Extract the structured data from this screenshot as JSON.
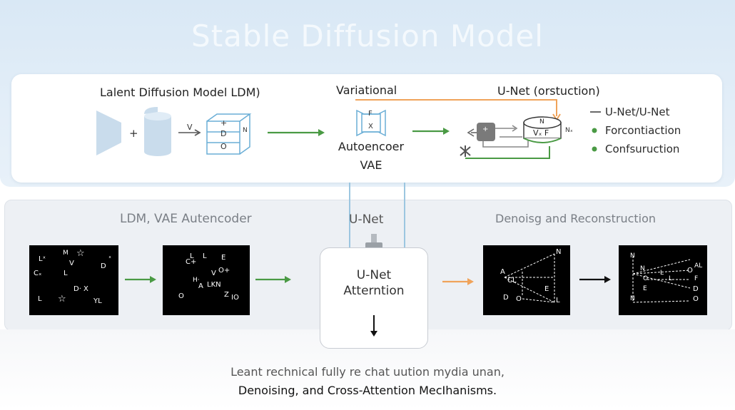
{
  "title": "Stable Diffusion Model",
  "top": {
    "ldm_label": "Lalent Diffusion Model LDM)",
    "plus": "+",
    "v_label": "V",
    "cube_marks": [
      "+",
      "D",
      "O"
    ],
    "cube_side": "N",
    "variational_label": "Variational",
    "vae_icon_marks": [
      "F",
      "X"
    ],
    "autoencoder_label": "Autoencoer",
    "vae_label": "VAE",
    "unet_label": "U-Net (orstuction)",
    "unet_block_plus": "+",
    "unet_drum_top": "N",
    "unet_drum_body": "Vₓ F",
    "unet_nx": "Nₓ",
    "legend": [
      {
        "marker": "line",
        "text": "U-Net/U-Net"
      },
      {
        "marker": "dot",
        "text": "Forcontiaction"
      },
      {
        "marker": "dot",
        "text": "Confsuruction"
      }
    ]
  },
  "middle": {
    "ldm_vae_label": "LDM,  VAE Autencoder",
    "unet_label": "U-Net",
    "unet_box_line1": "U-Net",
    "unet_box_line2": "Atterntion",
    "denoise_label": "Denoisg and Reconstruction",
    "panel1_glyphs": [
      "Lˣ",
      "M",
      "V",
      "☆",
      "D",
      "ˣ",
      "Cₓ",
      "L",
      "D· X",
      "L",
      "☆",
      "YL"
    ],
    "panel2_glyphs": [
      "C+",
      "L",
      "L",
      "E",
      "H·",
      "V",
      "O+",
      "A",
      "LKN",
      "O",
      "Z",
      "IO"
    ],
    "panel3_glyphs": [
      "N",
      "A",
      "CL",
      "E",
      "D",
      "O",
      "L"
    ],
    "panel4_glyphs": [
      "N",
      "N",
      "L",
      "O",
      "AL",
      "O",
      "L",
      "F",
      "E",
      "N",
      "D",
      "O"
    ]
  },
  "caption": {
    "line1": "Leant rechnical fully re chat uution mydia unan,",
    "line2": "Denoising, and Cross-Attention MecIhanisms."
  },
  "colors": {
    "green": "#4a9a44",
    "orange": "#f0a35a",
    "blue_line": "#9cc6e0",
    "cube_blue": "#6aaed6",
    "shape_blue": "#c9dcec"
  }
}
